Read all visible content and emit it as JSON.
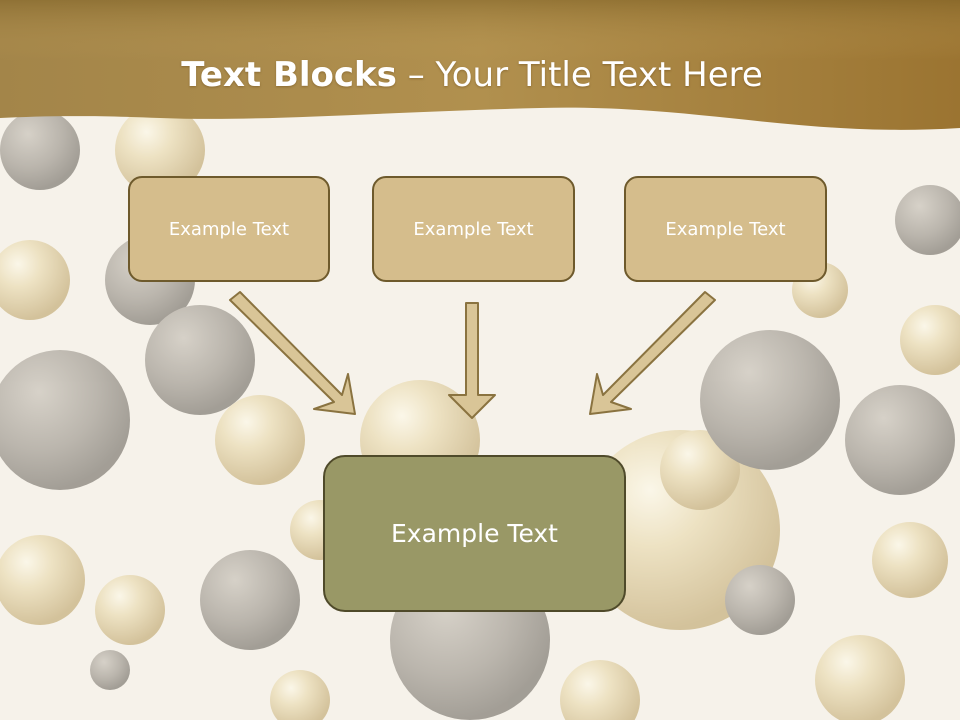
{
  "title": {
    "bold": "Text Blocks",
    "rest": " – Your Title Text Here"
  },
  "boxes": {
    "left": "Example Text",
    "middle": "Example Text",
    "right": "Example Text",
    "bottom": "Example Text"
  },
  "colors": {
    "header_band": "#a4803c",
    "top_box_fill": "#d5bd8c",
    "bottom_box_fill": "#999866",
    "arrow_fill": "#d9c597",
    "arrow_stroke": "#8a7340"
  }
}
